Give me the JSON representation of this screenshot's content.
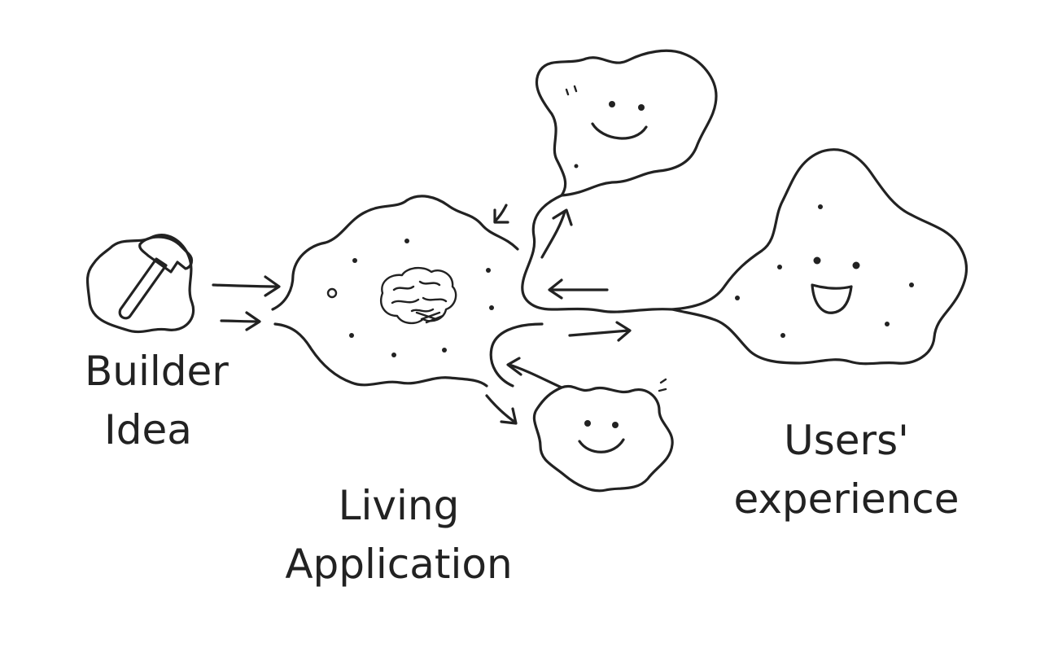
{
  "labels": {
    "builder": {
      "line1": "Builder",
      "line2": "Idea"
    },
    "living_app": {
      "line1": "Living",
      "line2": "Application"
    },
    "users": {
      "line1": "Users'",
      "line2": "experience"
    }
  },
  "colors": {
    "ink": "#222222",
    "background": "#ffffff"
  },
  "icons": [
    "hammer-icon",
    "brain-icon",
    "smiley-face-icon"
  ]
}
